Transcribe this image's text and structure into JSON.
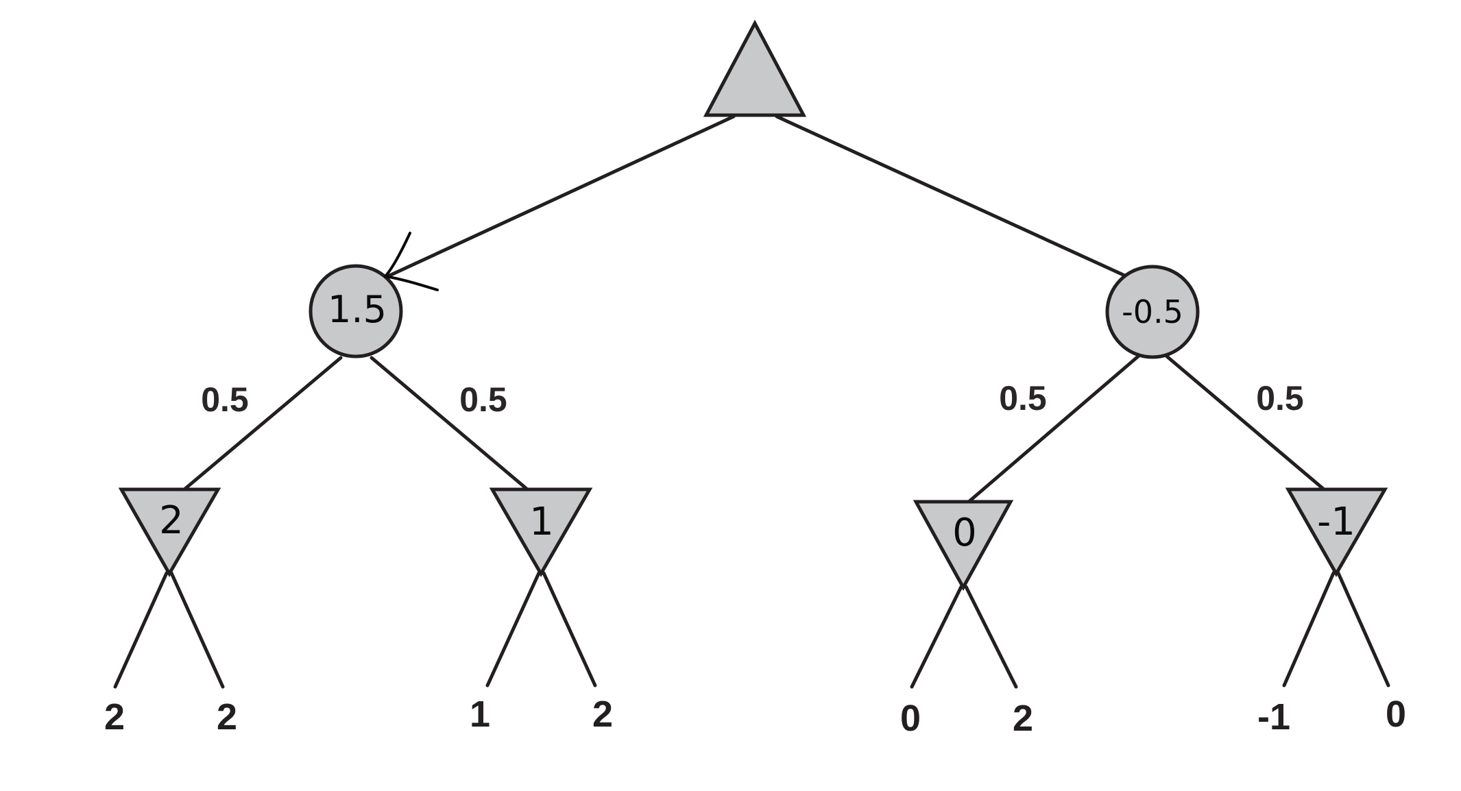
{
  "tree": {
    "root": {
      "type": "max"
    },
    "chance_nodes": [
      {
        "id": "c1",
        "value": "1.5",
        "branch_probabilities": [
          "0.5",
          "0.5"
        ]
      },
      {
        "id": "c2",
        "value": "-0.5",
        "branch_probabilities": [
          "0.5",
          "0.5"
        ]
      }
    ],
    "min_nodes": [
      {
        "id": "m1",
        "value": "2",
        "leaves": [
          "2",
          "2"
        ]
      },
      {
        "id": "m2",
        "value": "1",
        "leaves": [
          "1",
          "2"
        ]
      },
      {
        "id": "m3",
        "value": "0",
        "leaves": [
          "0",
          "2"
        ]
      },
      {
        "id": "m4",
        "value": "-1",
        "leaves": [
          "-1",
          "0"
        ]
      }
    ]
  },
  "colors": {
    "node_fill": "#c8c9ca",
    "stroke": "#231f20",
    "handwriting": "#0a0a0a"
  }
}
